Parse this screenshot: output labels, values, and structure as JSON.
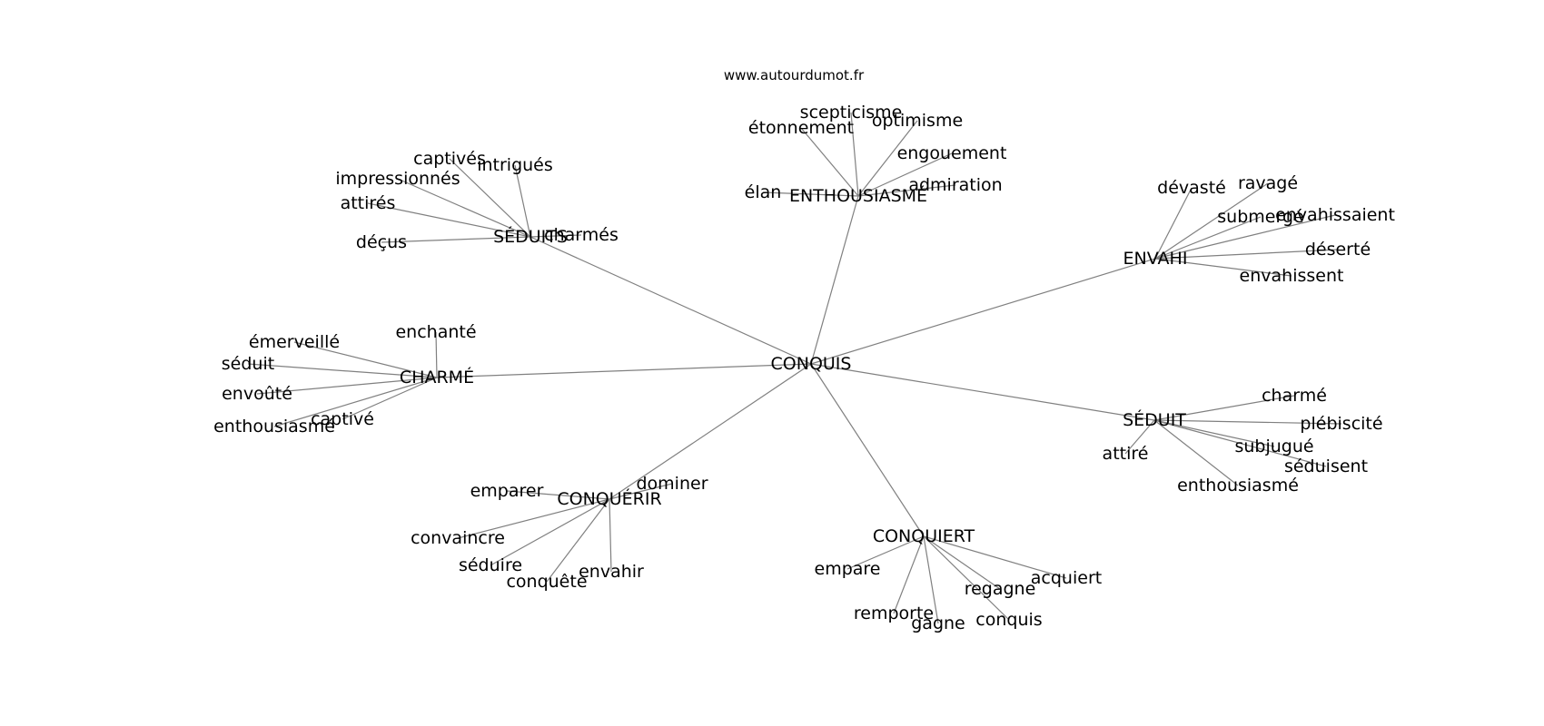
{
  "source": "www.autourdumot.fr",
  "graph": {
    "center": "CONQUIS",
    "clusters": [
      {
        "label": "ENTHOUSIASMÉ",
        "leaves": [
          "étonnement",
          "scepticisme",
          "optimisme",
          "engouement",
          "admiration",
          "élan"
        ]
      },
      {
        "label": "SÉDUITS",
        "leaves": [
          "captivés",
          "intrigués",
          "impressionnés",
          "attirés",
          "déçus",
          "charmés"
        ]
      },
      {
        "label": "ENVAHI",
        "leaves": [
          "dévasté",
          "ravagé",
          "submergé",
          "envahissaient",
          "déserté",
          "envahissent"
        ]
      },
      {
        "label": "CHARMÉ",
        "leaves": [
          "enchanté",
          "émerveillé",
          "séduit",
          "envoûté",
          "captivé",
          "enthousiasmé"
        ]
      },
      {
        "label": "SÉDUIT",
        "leaves": [
          "charmé",
          "plébiscité",
          "subjugué",
          "séduisent",
          "attiré",
          "enthousiasmé"
        ]
      },
      {
        "label": "CONQUÉRIR",
        "leaves": [
          "emparer",
          "dominer",
          "convaincre",
          "séduire",
          "conquête",
          "envahir"
        ]
      },
      {
        "label": "CONQUIERT",
        "leaves": [
          "empare",
          "acquiert",
          "regagne",
          "remporte",
          "gagne",
          "conquis"
        ]
      }
    ]
  }
}
